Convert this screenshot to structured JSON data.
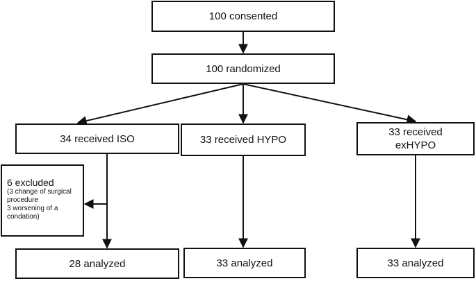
{
  "nodes": {
    "consented": "100 consented",
    "randomized": "100 randomized",
    "iso": "34 received ISO",
    "hypo": "33 received HYPO",
    "exhypo": "33 received\nexHYPO",
    "excluded": {
      "title": "6 excluded",
      "lines": [
        "(3 change of surgical",
        "procedure",
        "3 worsening of a",
        "condation)"
      ]
    },
    "analyzed_iso": "28 analyzed",
    "analyzed_hypo": "33 analyzed",
    "analyzed_exhypo": "33 analyzed"
  },
  "colors": {
    "line": "#111111",
    "box_border": "#111111",
    "background": "#ffffff"
  }
}
